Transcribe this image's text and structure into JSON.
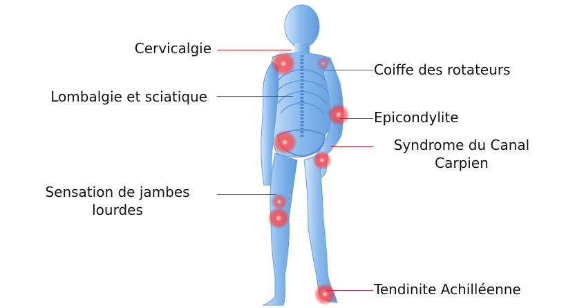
{
  "labels": {
    "cervicalgie": "Cervicalgie",
    "lombalgie": "Lombalgie et sciatique",
    "sensation_line1": "Sensation de jambes",
    "sensation_line2": "lourdes",
    "coiffe": "Coiffe des rotateurs",
    "epicondylite": "Epicondylite",
    "syndrome_line1": "Syndrome du Canal",
    "syndrome_line2": "Carpien",
    "tendinite": "Tendinite Achilléenne"
  },
  "colors": {
    "leader_line": "#d11f2c",
    "body_blue": "#6aa6e6",
    "pain_red": "#ff2a2a"
  },
  "icons": {
    "figure": "human-body-back-view-icon"
  }
}
